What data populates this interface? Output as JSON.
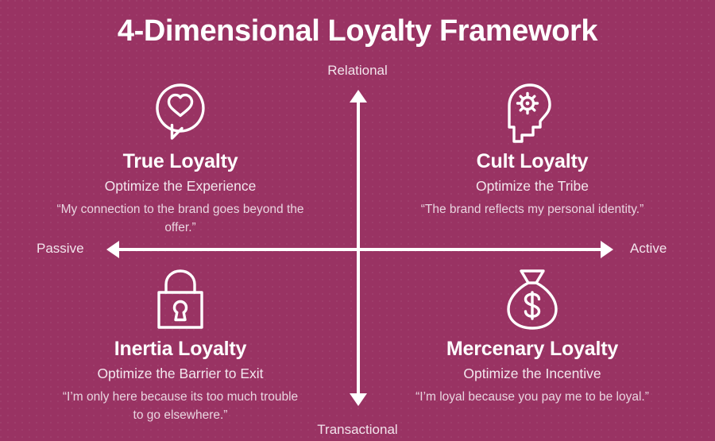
{
  "title": "4-Dimensional Loyalty Framework",
  "colors": {
    "background": "#993363",
    "foreground": "#ffffff",
    "muted_text": "#e9d5e0"
  },
  "axes": {
    "vertical": {
      "top_label": "Relational",
      "bottom_label": "Transactional",
      "top_arrow_icon": "arrow-up-icon",
      "bottom_arrow_icon": "arrow-down-icon"
    },
    "horizontal": {
      "left_label": "Passive",
      "right_label": "Active",
      "left_arrow_icon": "arrow-left-icon",
      "right_arrow_icon": "arrow-right-icon"
    }
  },
  "quadrants": [
    {
      "position": "top-left",
      "icon": "heart-speech-bubble-icon",
      "title": "True Loyalty",
      "subtitle": "Optimize the Experience",
      "quote": "“My connection to the brand goes beyond the offer.”"
    },
    {
      "position": "top-right",
      "icon": "head-with-gear-icon",
      "title": "Cult Loyalty",
      "subtitle": "Optimize the Tribe",
      "quote": "“The brand reflects my personal identity.”"
    },
    {
      "position": "bottom-left",
      "icon": "padlock-icon",
      "title": "Inertia Loyalty",
      "subtitle": "Optimize the Barrier to Exit",
      "quote": "“I’m only here because its too much trouble to go elsewhere.”"
    },
    {
      "position": "bottom-right",
      "icon": "money-bag-dollar-icon",
      "title": "Mercenary Loyalty",
      "subtitle": "Optimize the Incentive",
      "quote": "“I’m loyal because you pay me to be loyal.”"
    }
  ]
}
